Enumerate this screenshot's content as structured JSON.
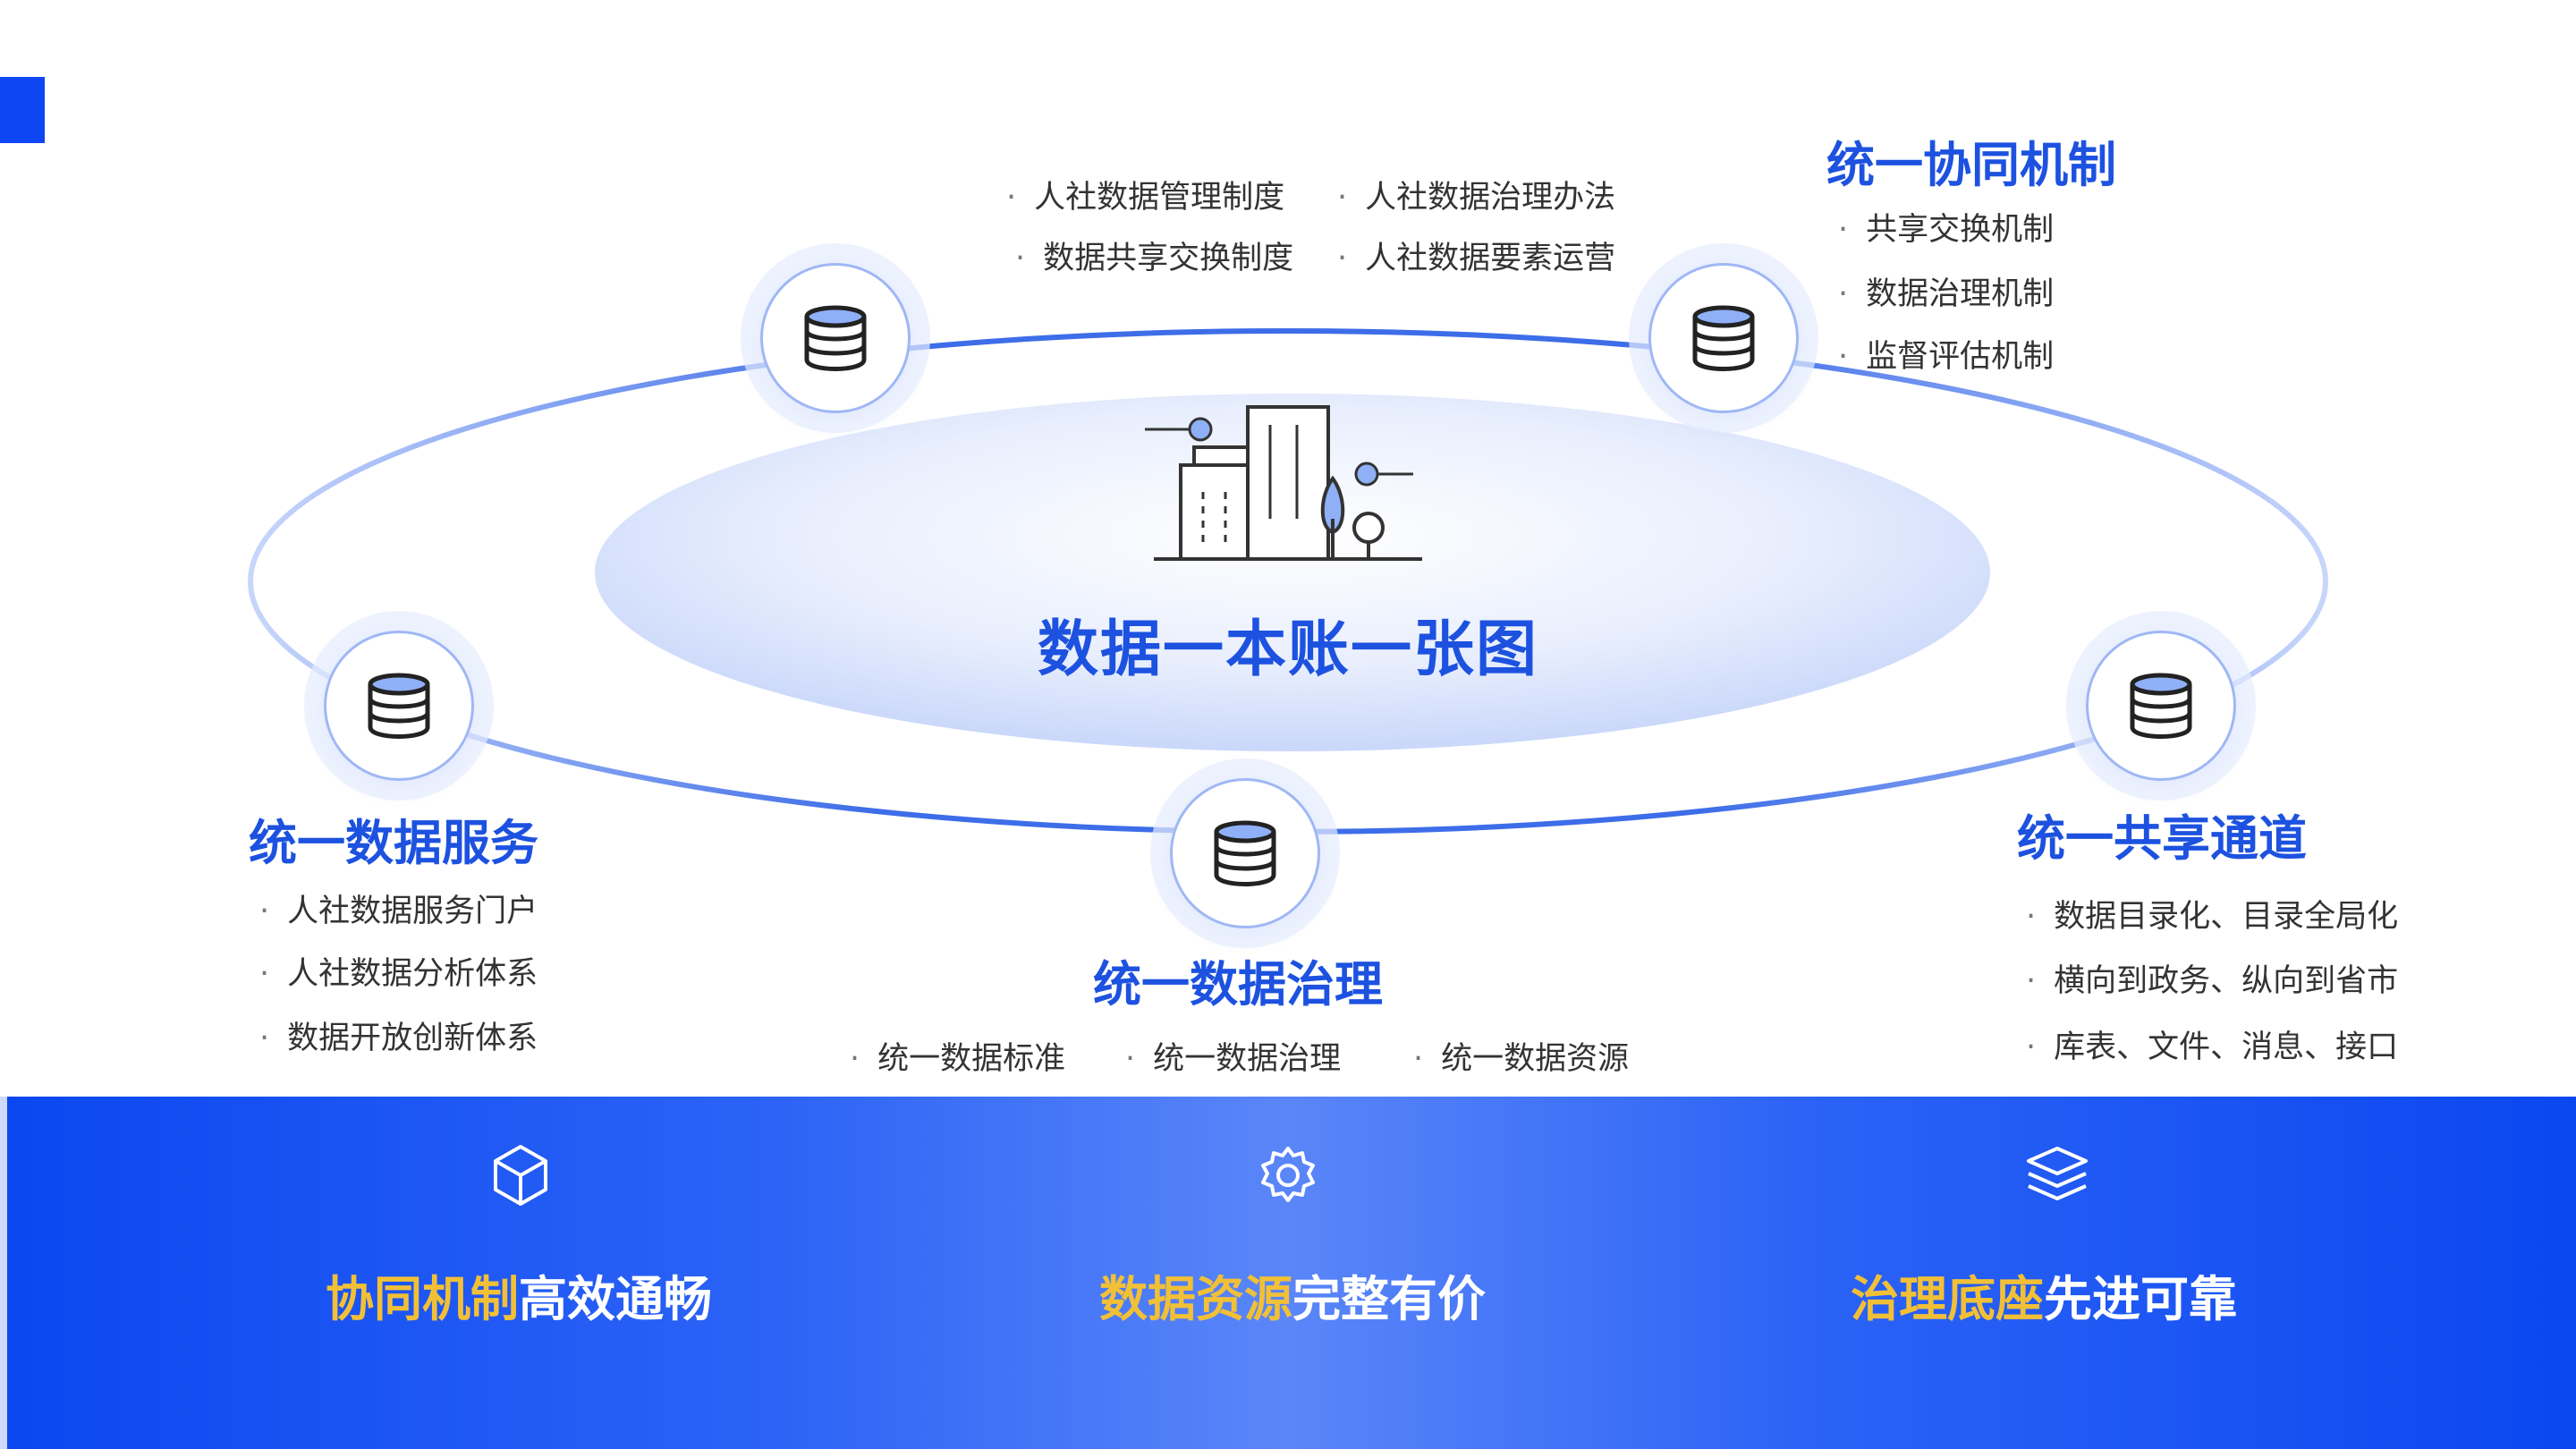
{
  "hero": {
    "title": "数据一本账一张图"
  },
  "groups": {
    "institution": {
      "items": [
        "人社数据管理制度",
        "人社数据治理办法",
        "数据共享交换制度",
        "人社数据要素运营"
      ]
    },
    "mechanism": {
      "title": "统一协同机制",
      "items": [
        "共享交换机制",
        "数据治理机制",
        "监督评估机制"
      ]
    },
    "service": {
      "title": "统一数据服务",
      "items": [
        "人社数据服务门户",
        "人社数据分析体系",
        "数据开放创新体系"
      ]
    },
    "governance": {
      "title": "统一数据治理",
      "items": [
        "统一数据标准",
        "统一数据治理",
        "统一数据资源"
      ]
    },
    "channel": {
      "title": "统一共享通道",
      "items": [
        "数据目录化、目录全局化",
        "横向到政务、纵向到省市",
        "库表、文件、消息、接口"
      ]
    }
  },
  "banner": {
    "items": [
      {
        "highlight": "协同机制",
        "rest": "高效通畅",
        "icon": "cube-icon"
      },
      {
        "highlight": "数据资源",
        "rest": "完整有价",
        "icon": "gear-icon"
      },
      {
        "highlight": "治理底座",
        "rest": "先进可靠",
        "icon": "layers-icon"
      }
    ]
  },
  "colors": {
    "accent": "#1d52e0",
    "banner": "#0b47f0",
    "highlight": "#f2c037"
  }
}
